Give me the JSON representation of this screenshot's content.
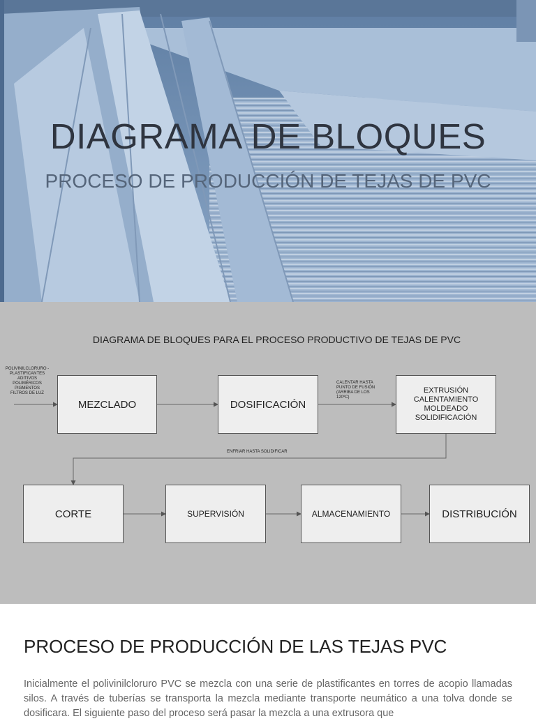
{
  "hero": {
    "title": "DIAGRAMA DE BLOQUES",
    "subtitle": "PROCESO DE PRODUCCIÓN DE TEJAS DE PVC"
  },
  "diagram": {
    "title": "DIAGRAMA DE BLOQUES PARA EL PROCESO PRODUCTIVO DE TEJAS DE PVC",
    "inputs_label": [
      "POLIVINILCLORURO -",
      "PLASTIFICANTES",
      "ADITIVOS",
      "POLIMÉRICOS",
      "PIGMENTOS",
      "FILTROS DE LUZ"
    ],
    "calentar_label": [
      "CALENTAR HASTA",
      "PUNTO DE FUSIÓN",
      "(ARRIBA DE LOS",
      "120ºC)"
    ],
    "enfriar_label": "ENFRIAR HASTA SOLIDIFICAR",
    "blocks": {
      "mezclado": "MEZCLADO",
      "dosificacion": "DOSIFICACIÓN",
      "extrusion": [
        "EXTRUSIÓN",
        "CALENTAMIENTO",
        "MOLDEADO",
        "SOLIDIFICACIÓN"
      ],
      "corte": "CORTE",
      "supervision": "SUPERVISIÓN",
      "almacenamiento": "ALMACENAMIENTO",
      "distribucion": "DISTRIBUCIÓN"
    }
  },
  "article": {
    "heading": "PROCESO DE PRODUCCIÓN DE LAS TEJAS PVC",
    "paragraph": "Inicialmente el polivinilcloruro PVC se mezcla con una serie de plastificantes en torres de acopio llamadas silos. A través de tuberías se transporta la mezcla mediante transporte neumático a una tolva donde se dosificara. El siguiente paso del proceso será pasar la mezcla a una extrusora que"
  },
  "colors": {
    "hero_tint": "#6f8fb3",
    "diagram_bg": "#bdbdbd",
    "block_fill": "#eeeeee"
  }
}
